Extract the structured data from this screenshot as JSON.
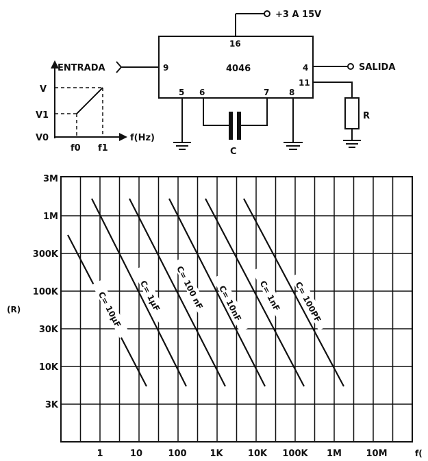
{
  "circuit": {
    "chip_label": "4046",
    "supply_label": "+3 A 15V",
    "input_label": "ENTRADA",
    "output_label": "SALIDA",
    "capacitor_label": "C",
    "resistor_label": "R",
    "pins": {
      "p16": "16",
      "p9": "9",
      "p4": "4",
      "p11": "11",
      "p5": "5",
      "p6": "6",
      "p7": "7",
      "p8": "8"
    }
  },
  "transfer_graph": {
    "y_labels": {
      "v": "V",
      "v1": "V1",
      "v0": "V0"
    },
    "x_labels": {
      "f0": "f0",
      "f1": "f1"
    },
    "x_axis_label": "f(Hz)"
  },
  "chart_data": {
    "type": "line",
    "y_scale": "log",
    "x_scale": "log",
    "ylabel": "(R)",
    "xlabel": "f(",
    "y_ticks": [
      "3M",
      "1M",
      "300K",
      "100K",
      "30K",
      "10K",
      "3K"
    ],
    "x_ticks": [
      "1",
      "10",
      "100",
      "1K",
      "10K",
      "100K",
      "1M",
      "10M"
    ],
    "series": [
      {
        "name": "C= 10µF",
        "label": "C= 10µF"
      },
      {
        "name": "C= 1µF",
        "label": "C= 1µF"
      },
      {
        "name": "C= 100 nF",
        "label": "C= 100 nF"
      },
      {
        "name": "C= 10nF",
        "label": "C= 10nF"
      },
      {
        "name": "C= 1nF",
        "label": "C= 1nF"
      },
      {
        "name": "C= 100PF",
        "label": "C= 100PF"
      }
    ]
  }
}
